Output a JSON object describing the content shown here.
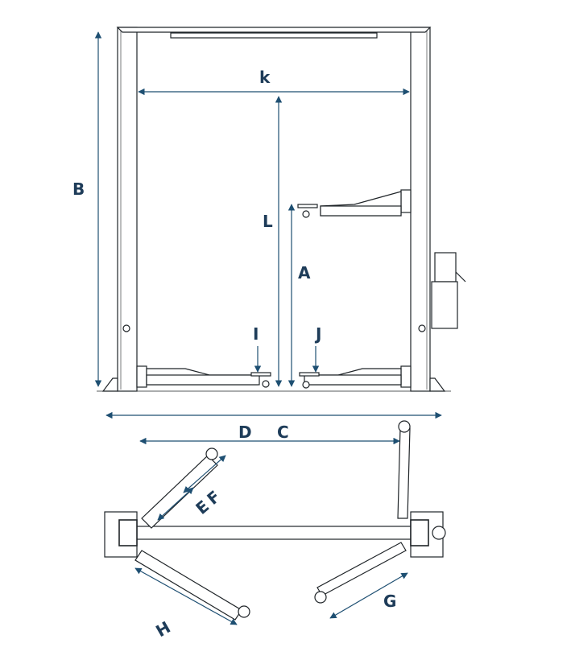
{
  "figure": {
    "labels": {
      "k": "k",
      "B": "B",
      "L": "L",
      "A": "A",
      "I": "I",
      "J": "J",
      "D": "D",
      "C": "C",
      "E": "E",
      "F": "F",
      "G": "G",
      "H": "H"
    },
    "colors": {
      "line": "#1f2428",
      "dimension": "#1e4f72",
      "label": "#1e3c59",
      "fill": "#ffffff"
    }
  }
}
